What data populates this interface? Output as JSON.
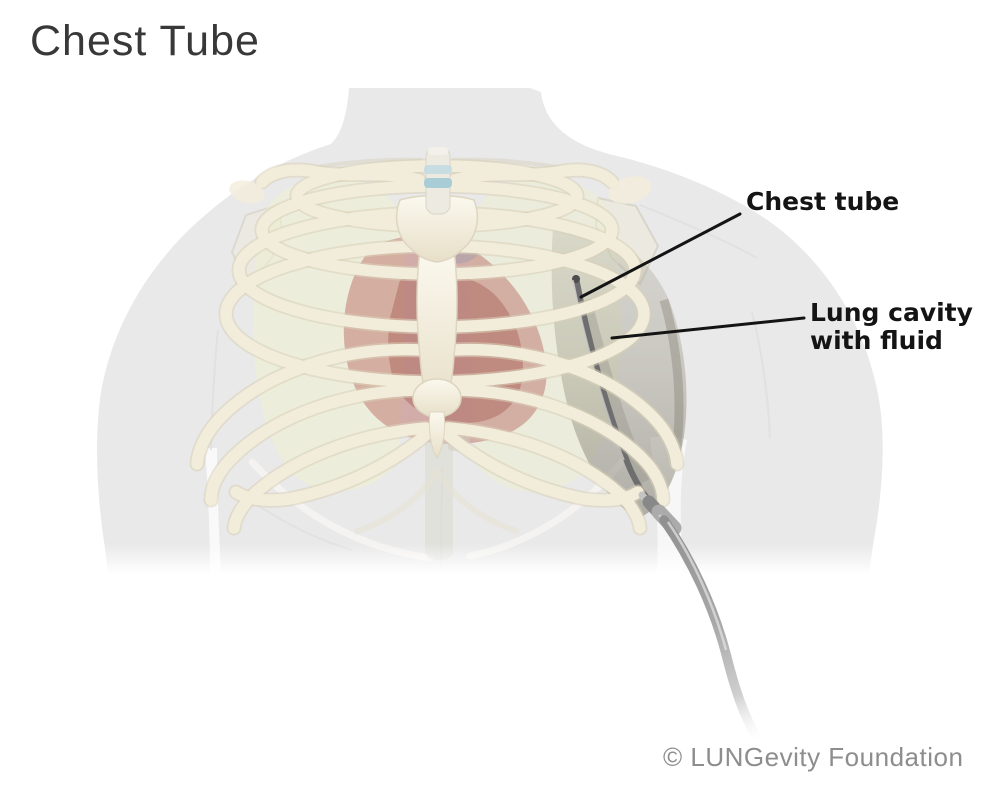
{
  "page": {
    "title": "Chest Tube",
    "attribution": "© LUNGevity Foundation"
  },
  "annotations": {
    "chest_tube": {
      "label": "Chest tube"
    },
    "lung_cavity": {
      "label_line1": "Lung cavity",
      "label_line2": "with fluid"
    }
  },
  "illustration": {
    "subject": "Front view of a human torso showing a chest tube inserted through the ribs into the right lung cavity with fluid, exiting the body and curving downward"
  },
  "colors": {
    "background": "#ffffff",
    "title_text": "#383838",
    "label_text": "#141414",
    "annotation_line": "#141414",
    "attribution_text": "#8d8d8d",
    "body_silhouette": "#e9e9e9",
    "bone": "#f2ecdb",
    "bone_shadow": "#d8cfb6",
    "bone_highlight": "#fbf8ee",
    "lung": "#eef0cf",
    "heart": "#bc6f67",
    "fluid_cavity": "#8f8c7d",
    "chest_tube_dark": "#6e6e6e",
    "chest_tube_light": "#ababab",
    "trachea_ring_blue": "#a9cdd6"
  }
}
